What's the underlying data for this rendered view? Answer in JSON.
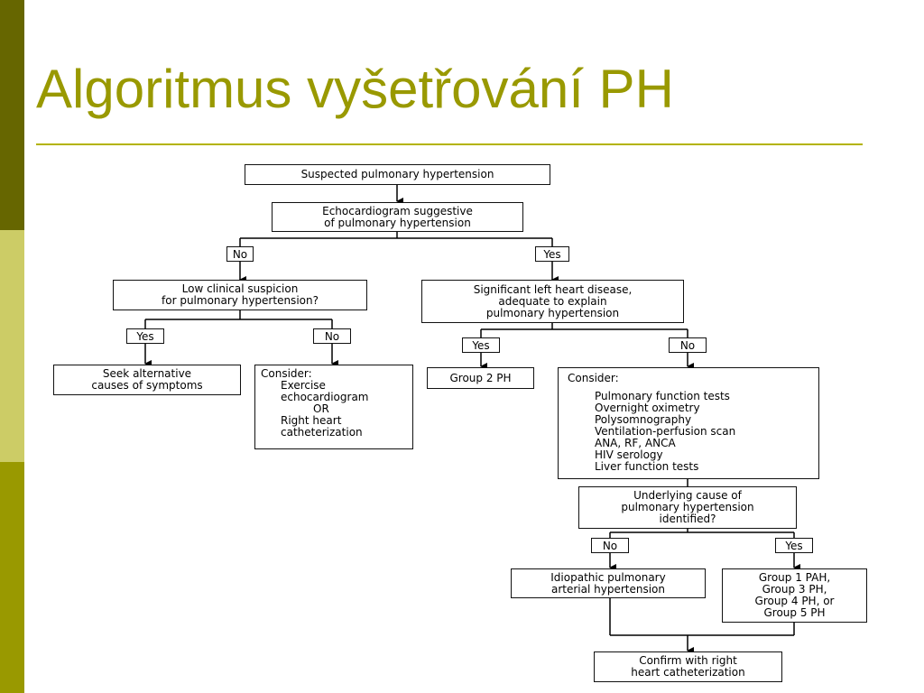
{
  "slide": {
    "title": "Algoritmus vyšetřování PH"
  },
  "colors": {
    "band_top": "#666600",
    "band_middle": "#cccc66",
    "band_bottom": "#999900",
    "title_text": "#999900",
    "title_rule": "#b3b300"
  },
  "flowchart": {
    "suspected": "Suspected pulmonary hypertension",
    "echo": "Echocardiogram suggestive\nof pulmonary hypertension",
    "no_1": "No",
    "yes_1": "Yes",
    "low_suspicion": "Low clinical suspicion\nfor pulmonary hypertension?",
    "left_heart": "Significant left heart disease,\nadequate to explain\npulmonary hypertension",
    "yes_2": "Yes",
    "no_2": "No",
    "yes_3": "Yes",
    "no_3": "No",
    "seek_alternative": "Seek alternative\ncauses of symptoms",
    "consider_1_head": "Consider:",
    "consider_1_line1": "Exercise",
    "consider_1_line2": "echocardiogram",
    "consider_1_line3": "OR",
    "consider_1_line4": "Right heart",
    "consider_1_line5": "catheterization",
    "group2": "Group 2 PH",
    "consider_2_head": "Consider:",
    "consider_2_items": [
      "Pulmonary function tests",
      "Overnight oximetry",
      "Polysomnography",
      "Ventilation-perfusion scan",
      "ANA, RF, ANCA",
      "HIV serology",
      "Liver function tests"
    ],
    "underlying": "Underlying cause of\npulmonary hypertension\nidentified?",
    "no_4": "No",
    "yes_4": "Yes",
    "idiopathic": "Idiopathic pulmonary\narterial hypertension",
    "groups": "Group 1 PAH,\nGroup 3 PH,\nGroup 4 PH, or\nGroup 5 PH",
    "confirm": "Confirm with right\nheart catheterization"
  }
}
